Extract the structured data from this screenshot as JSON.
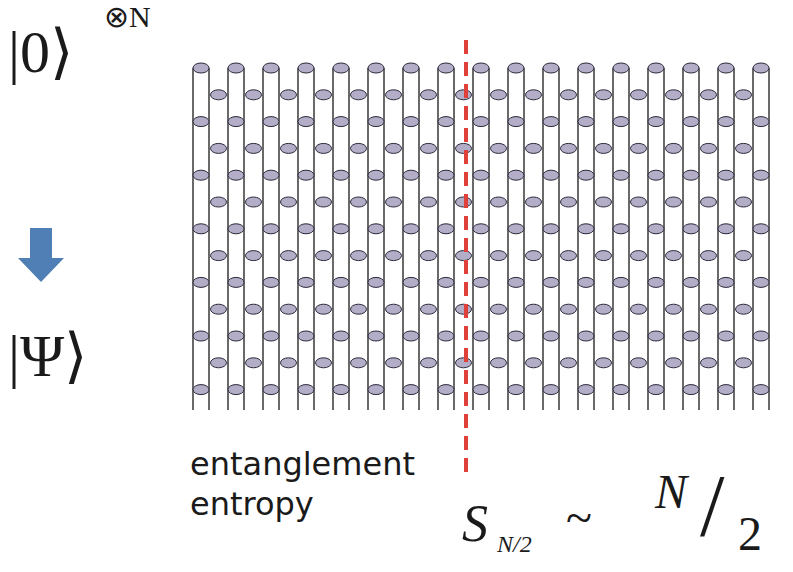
{
  "diagram": {
    "labels": [
      "|0⟩",
      "⊗N",
      "|Ψ⟩",
      "entanglement entropy",
      "S",
      "N/2",
      "~",
      "N",
      "/",
      "2"
    ]
  }
}
